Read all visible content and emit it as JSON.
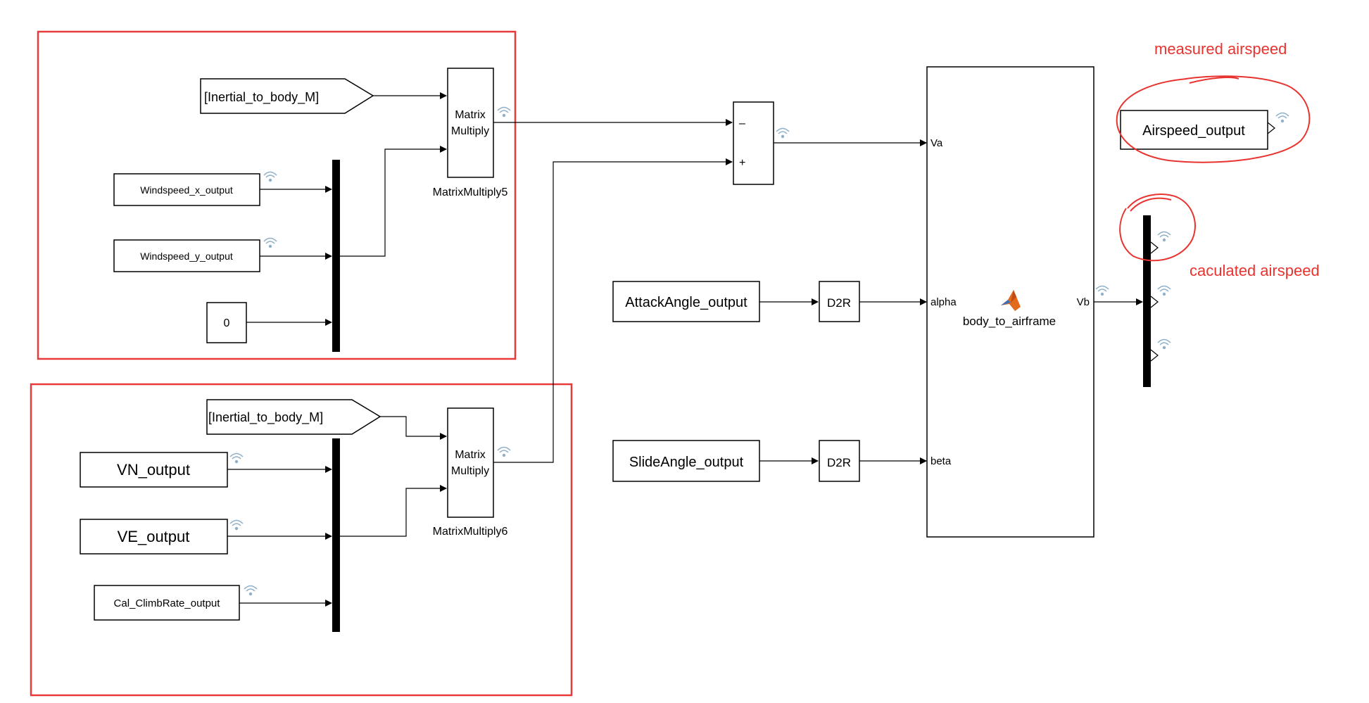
{
  "blocks": {
    "goto_top": "[Inertial_to_body_M]",
    "goto_bottom": "[Inertial_to_body_M]",
    "windspeed_x": "Windspeed_x_output",
    "windspeed_y": "Windspeed_y_output",
    "constant_zero": "0",
    "vn": "VN_output",
    "ve": "VE_output",
    "climbrate": "Cal_ClimbRate_output",
    "matmul_top_line1": "Matrix",
    "matmul_top_line2": "Multiply",
    "matmul_top_name": "MatrixMultiply5",
    "matmul_bottom_line1": "Matrix",
    "matmul_bottom_line2": "Multiply",
    "matmul_bottom_name": "MatrixMultiply6",
    "sum_minus": "–",
    "sum_plus": "+",
    "attack_angle": "AttackAngle_output",
    "slide_angle": "SlideAngle_output",
    "d2r_top": "D2R",
    "d2r_bottom": "D2R",
    "fn_name": "body_to_airframe",
    "fn_in_va": "Va",
    "fn_in_alpha": "alpha",
    "fn_in_beta": "beta",
    "fn_out_vb": "Vb",
    "airspeed_output": "Airspeed_output"
  },
  "annotations": {
    "measured": "measured airspeed",
    "calculated": "caculated airspeed"
  },
  "colors": {
    "annotation": "#e8332f",
    "signal_icon": "#8fb0c8"
  }
}
